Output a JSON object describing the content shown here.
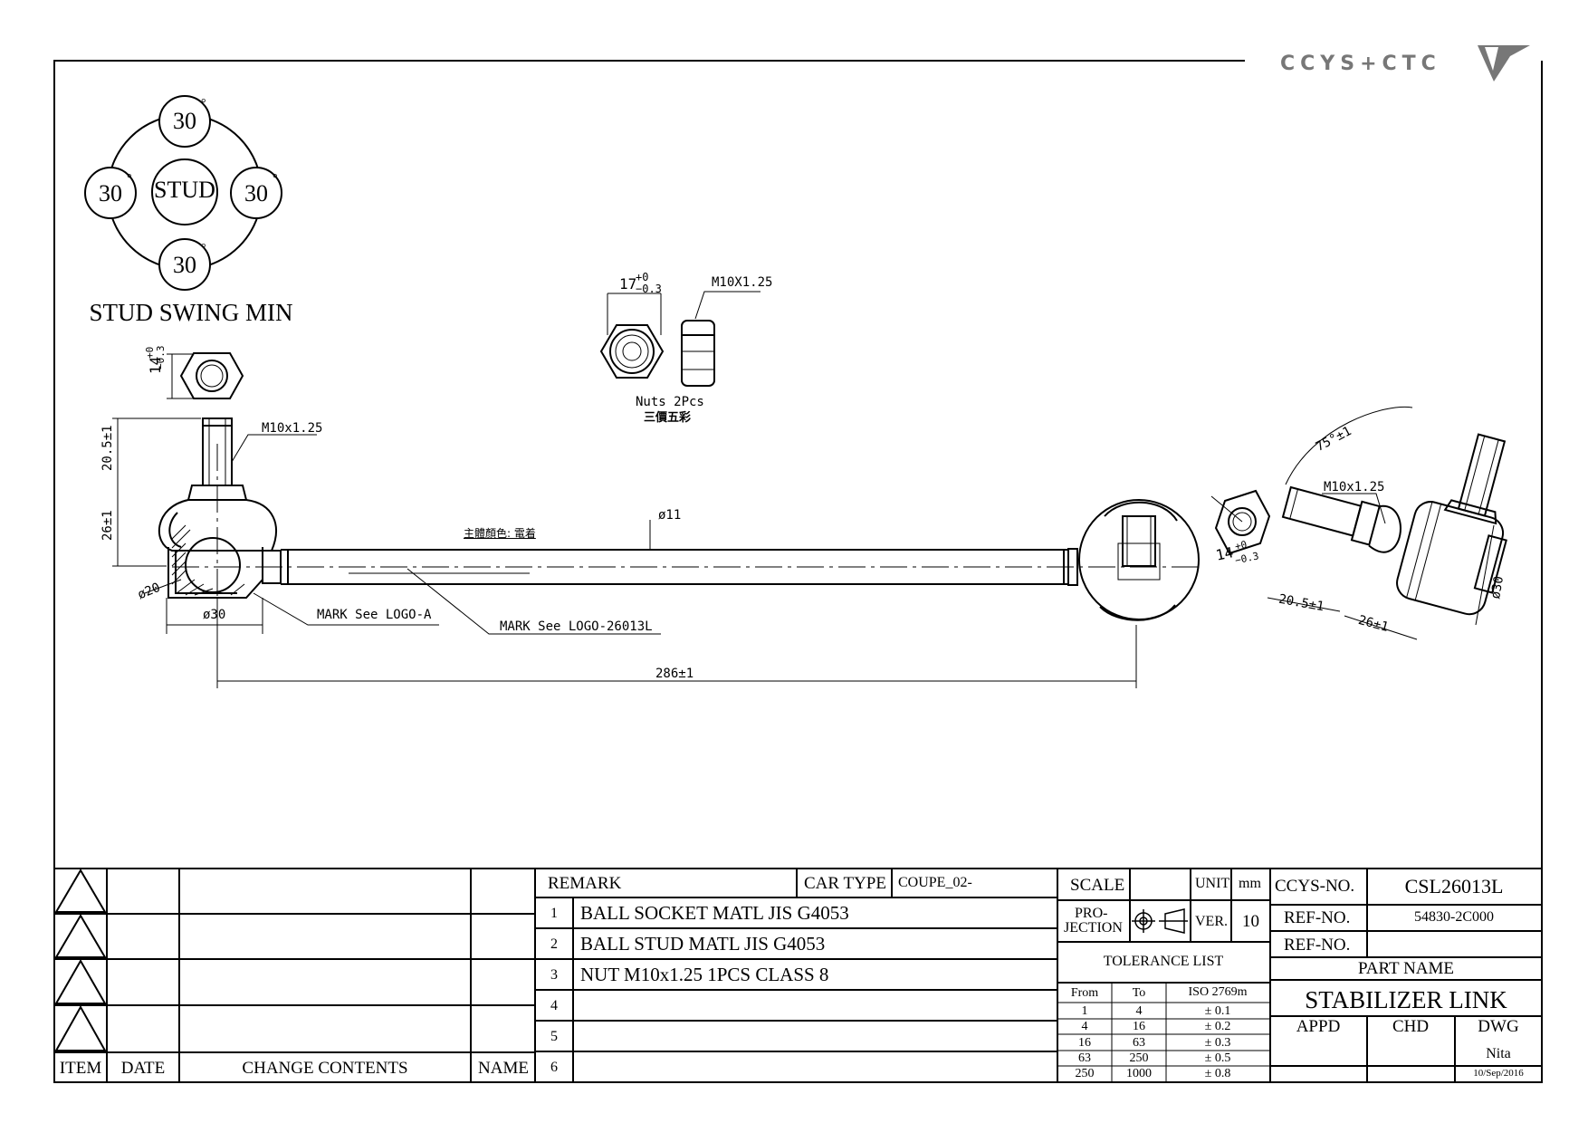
{
  "logo": {
    "text": "CCYS+CTC"
  },
  "stud_swing": {
    "center": "STUD",
    "angles": [
      "30",
      "30",
      "30",
      "30"
    ],
    "degree": "°",
    "caption": "STUD SWING MIN"
  },
  "drawing": {
    "nut_width_17": "17",
    "nut_tol_17_plus": "+0",
    "nut_tol_17_minus": "−0.3",
    "nut_thread": "M10X1.25",
    "nuts_label": "Nuts 2Pcs",
    "nuts_sub": "三價五彩",
    "hex14_left": "14",
    "hex14_left_plus": "+0",
    "hex14_left_minus": "−0.3",
    "dim_205_left": "20.5±1",
    "dim_26_left": "26±1",
    "thread_left": "M10x1.25",
    "dia20": "ø20",
    "dia30_left": "ø30",
    "body_color": "主體顏色: 電着",
    "rod_dia": "ø11",
    "mark_logo_a": "MARK See LOGO-A",
    "mark_logo_part": "MARK See LOGO-26013L",
    "overall_length": "286±1",
    "angle_75": "75°±1",
    "thread_right": "M10x1.25",
    "hex14_right": "14",
    "hex14_right_plus": "+0",
    "hex14_right_minus": "−0.3",
    "dia30_right": "ø30",
    "dim_205_right": "20.5±1",
    "dim_26_right": "26±1"
  },
  "revision_table": {
    "headers": {
      "item": "ITEM",
      "date": "DATE",
      "change": "CHANGE CONTENTS",
      "name": "NAME"
    }
  },
  "remarks": {
    "remark_label": "REMARK",
    "car_type_label": "CAR TYPE",
    "car_type_value": "COUPE_02-",
    "rows": [
      {
        "no": "1",
        "text": "BALL SOCKET MATL JIS G4053"
      },
      {
        "no": "2",
        "text": "BALL STUD MATL JIS G4053"
      },
      {
        "no": "3",
        "text": "NUT M10x1.25 1PCS CLASS 8"
      },
      {
        "no": "4",
        "text": ""
      },
      {
        "no": "5",
        "text": ""
      },
      {
        "no": "6",
        "text": ""
      }
    ]
  },
  "spec": {
    "scale_label": "SCALE",
    "unit_label": "UNIT",
    "unit_value": "mm",
    "projection_label_1": "PRO-",
    "projection_label_2": "JECTION",
    "ver_label": "VER.",
    "ver_value": "10",
    "tolerance_title": "TOLERANCE LIST",
    "tol_headers": {
      "from": "From",
      "to": "To",
      "iso": "ISO 2769m"
    },
    "tolerances": [
      {
        "from": "1",
        "to": "4",
        "tol": "± 0.1"
      },
      {
        "from": "4",
        "to": "16",
        "tol": "± 0.2"
      },
      {
        "from": "16",
        "to": "63",
        "tol": "± 0.3"
      },
      {
        "from": "63",
        "to": "250",
        "tol": "± 0.5"
      },
      {
        "from": "250",
        "to": "1000",
        "tol": "± 0.8"
      }
    ]
  },
  "title_block": {
    "ccys_no_label": "CCYS-NO.",
    "ccys_no_value": "CSL26013L",
    "ref_no_label": "REF-NO.",
    "ref_no_value": "54830-2C000",
    "ref_no2_label": "REF-NO.",
    "ref_no2_value": "",
    "part_name_label": "PART NAME",
    "part_name_value": "STABILIZER LINK",
    "appd_label": "APPD",
    "chd_label": "CHD",
    "dwg_label": "DWG",
    "dwg_name": "Nita",
    "dwg_date": "10/Sep/2016"
  }
}
